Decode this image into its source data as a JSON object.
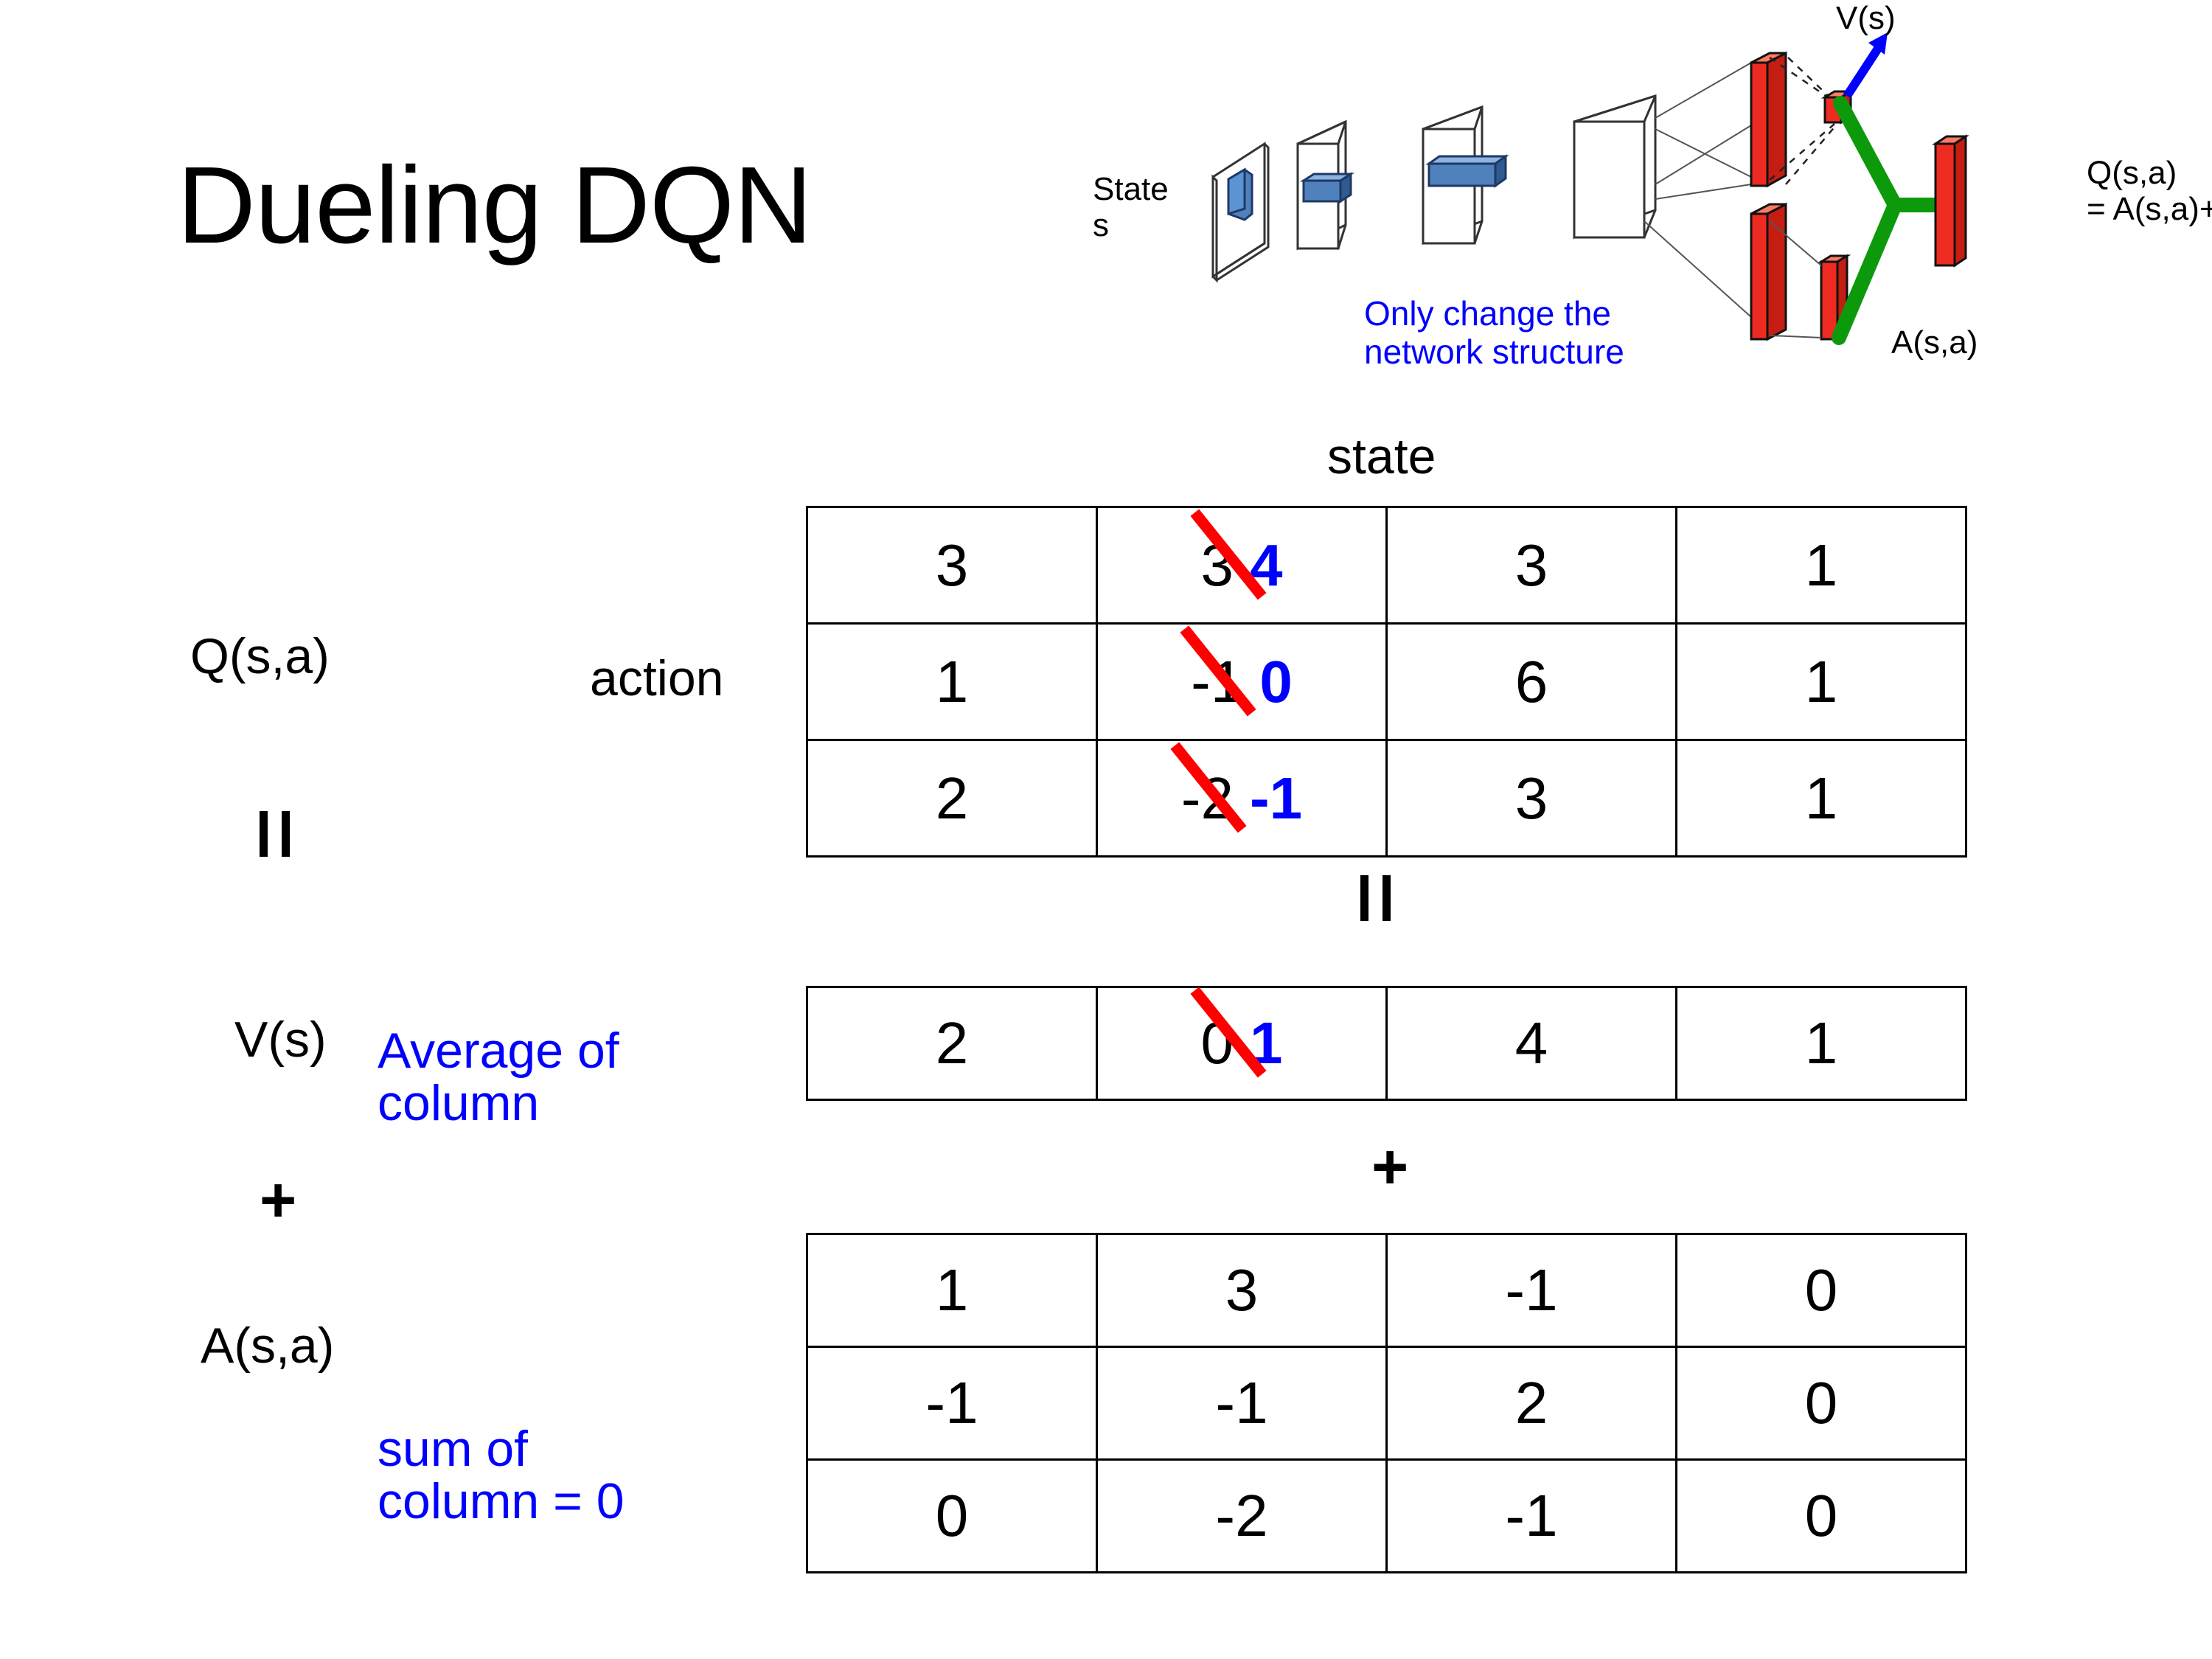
{
  "slide": {
    "title": "Dueling DQN",
    "background": "#ffffff",
    "accent_blue": "#0000FF",
    "strike_red": "#FF0000"
  },
  "diagram": {
    "state_label_line1": "State",
    "state_label_line2": "s",
    "note_line1": "Only change the",
    "note_line2": "network structure",
    "value_stream_label": "V(s)",
    "advantage_stream_label": "A(s,a)",
    "output_label_line1": "Q(s,a)",
    "output_label_line2": "= A(s,a)+V(s)"
  },
  "labels": {
    "q_label": "Q(s,a)",
    "v_label": "V(s)",
    "a_label": "A(s,a)",
    "action_axis": "action",
    "state_axis": "state",
    "equals_1": "=",
    "plus_1": "+",
    "equals_mid": "=",
    "plus_mid": "+",
    "avg_note_line1": "Average of",
    "avg_note_line2": "column",
    "sum_note_line1": "sum of",
    "sum_note_line2": "column = 0"
  },
  "chart_data": {
    "type": "table",
    "title": "Dueling DQN: Q(s,a) = V(s) + A(s,a)",
    "xlabel": "state",
    "ylabel": "action",
    "tables": [
      {
        "name": "Q(s,a)",
        "rows": [
          [
            {
              "value": "3"
            },
            {
              "value": "3",
              "struck": true,
              "new_value": "4"
            },
            {
              "value": "3"
            },
            {
              "value": "1"
            }
          ],
          [
            {
              "value": "1"
            },
            {
              "value": "-1",
              "struck": true,
              "new_value": "0"
            },
            {
              "value": "6"
            },
            {
              "value": "1"
            }
          ],
          [
            {
              "value": "2"
            },
            {
              "value": "-2",
              "struck": true,
              "new_value": "-1"
            },
            {
              "value": "3"
            },
            {
              "value": "1"
            }
          ]
        ]
      },
      {
        "name": "V(s)",
        "rows": [
          [
            {
              "value": "2"
            },
            {
              "value": "0",
              "struck": true,
              "new_value": "1"
            },
            {
              "value": "4"
            },
            {
              "value": "1"
            }
          ]
        ]
      },
      {
        "name": "A(s,a)",
        "rows": [
          [
            {
              "value": "1"
            },
            {
              "value": "3"
            },
            {
              "value": "-1"
            },
            {
              "value": "0"
            }
          ],
          [
            {
              "value": "-1"
            },
            {
              "value": "-1"
            },
            {
              "value": "2"
            },
            {
              "value": "0"
            }
          ],
          [
            {
              "value": "0"
            },
            {
              "value": "-2"
            },
            {
              "value": "-1"
            },
            {
              "value": "0"
            }
          ]
        ]
      }
    ]
  }
}
